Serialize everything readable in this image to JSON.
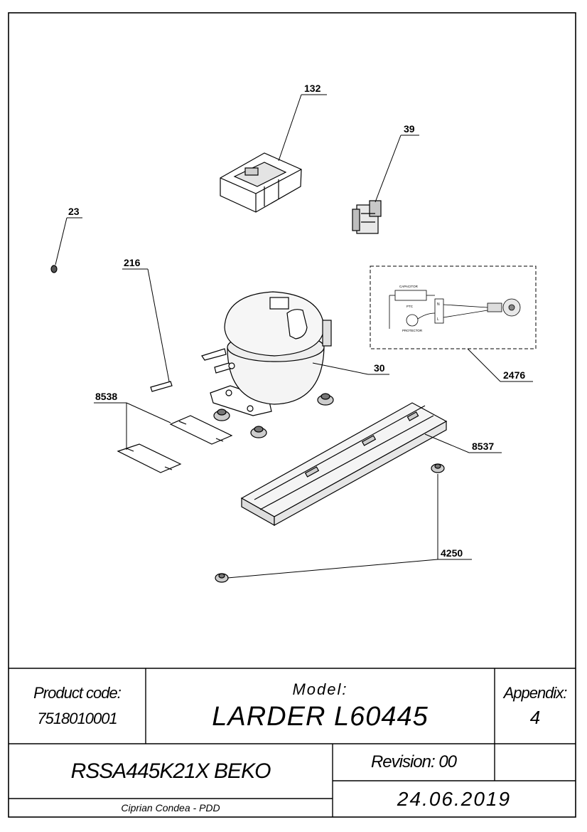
{
  "callouts": {
    "c132": "132",
    "c39": "39",
    "c23": "23",
    "c216": "216",
    "c30": "30",
    "c2476": "2476",
    "c8538": "8538",
    "c8537": "8537",
    "c4250": "4250"
  },
  "wiring": {
    "capacitor": "CAPACITOR",
    "ptc": "PTC",
    "protector": "PROTECTOR",
    "terminal_n": "N",
    "terminal_l": "L"
  },
  "title_block": {
    "product_code_label": "Product code:",
    "product_code_value": "7518010001",
    "model_label": "Model:",
    "model_value": "LARDER L60445",
    "appendix_label": "Appendix:",
    "appendix_value": "4",
    "part_name": "RSSA445K21X BEKO",
    "revision": "Revision: 00",
    "date": "24.06.2019",
    "author": "Ciprian Condea - PDD"
  }
}
